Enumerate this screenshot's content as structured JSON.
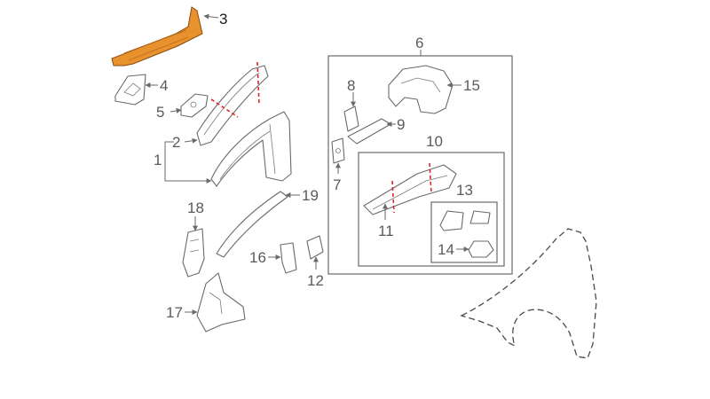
{
  "diagram": {
    "labels": {
      "l1": "1",
      "l2": "2",
      "l3": "3",
      "l4": "4",
      "l5": "5",
      "l6": "6",
      "l7": "7",
      "l8": "8",
      "l9": "9",
      "l10": "10",
      "l11": "11",
      "l12": "12",
      "l13": "13",
      "l14": "14",
      "l15": "15",
      "l16": "16",
      "l17": "17",
      "l18": "18",
      "l19": "19"
    },
    "colors": {
      "highlight": "#e8922e",
      "cut": "#e0252a",
      "line": "#6a6a6a"
    }
  }
}
